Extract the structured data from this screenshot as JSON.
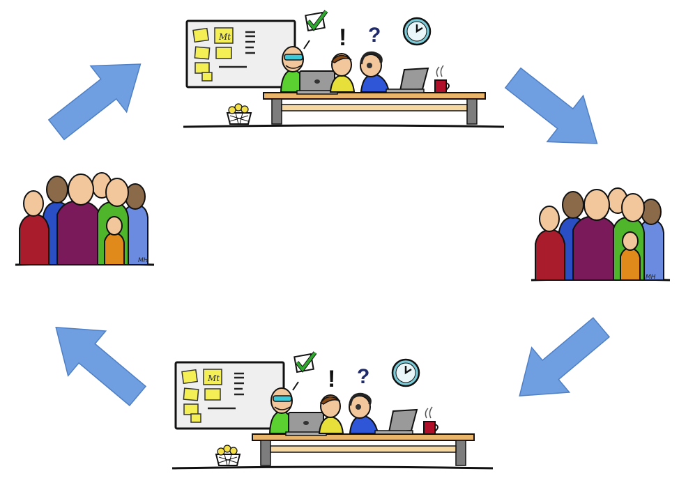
{
  "colors": {
    "arrow_fill": "#6f9fe0",
    "arrow_stroke": "#4f7fc4",
    "board": "#efefef",
    "sticky": "#f4ef55",
    "table_top": "#e8b56a",
    "table_shelf": "#f6d7a0",
    "table_legs": "#7d7d7d",
    "shirt_green": "#5ad130",
    "shirt_yellow": "#e8e03a",
    "shirt_blue": "#2f56d6",
    "check": "#2ea82e",
    "mug": "#b0102a",
    "clock": "#7ccbd8",
    "crowd": [
      "#a81c2c",
      "#2a4fc4",
      "#7a1a5a",
      "#4fb52a",
      "#e08a1c",
      "#6a8be0"
    ]
  },
  "icons": [
    "checkmark-icon",
    "exclamation-icon",
    "question-icon",
    "clock-icon",
    "coffee-mug-icon",
    "laptop-icon",
    "snack-basket-icon"
  ],
  "diagram": {
    "top_scene": {
      "sticky_label": "Mt",
      "exclaim": "!",
      "question": "?"
    },
    "bottom_scene": {
      "sticky_label": "Mt",
      "exclaim": "!",
      "question": "?"
    },
    "left_crowd": {
      "signature": "MH"
    },
    "right_crowd": {
      "signature": "MH"
    }
  }
}
